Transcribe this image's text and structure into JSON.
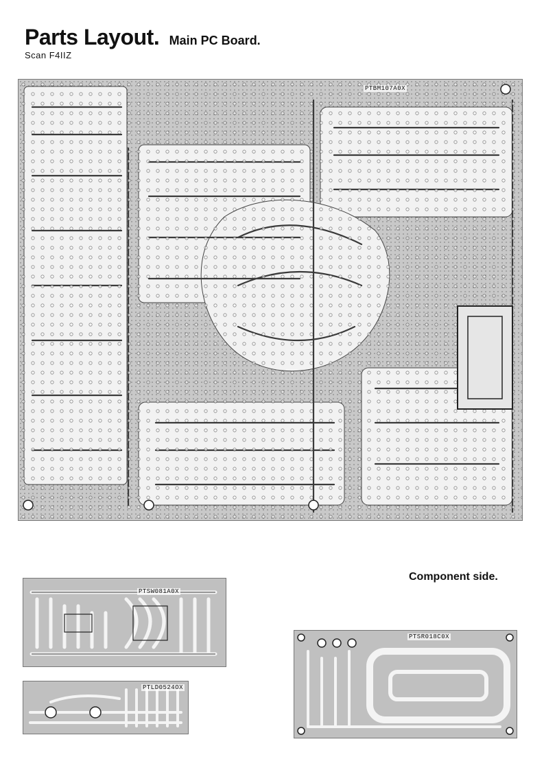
{
  "header": {
    "title": "Parts Layout.",
    "subtitle": "Main PC Board.",
    "credit": "Scan F4IIZ"
  },
  "boards": {
    "main": {
      "label": "PTBM107A0X"
    },
    "switch": {
      "label": "PTSW081A0X"
    },
    "led": {
      "label": "PTLD0524OX"
    },
    "sensor": {
      "label": "PTSR018C0X"
    }
  },
  "caption": "Component side.",
  "colors": {
    "copper": "#f4f4f4",
    "substrate": "#bcbcbc",
    "outline": "#3a3a3a"
  }
}
